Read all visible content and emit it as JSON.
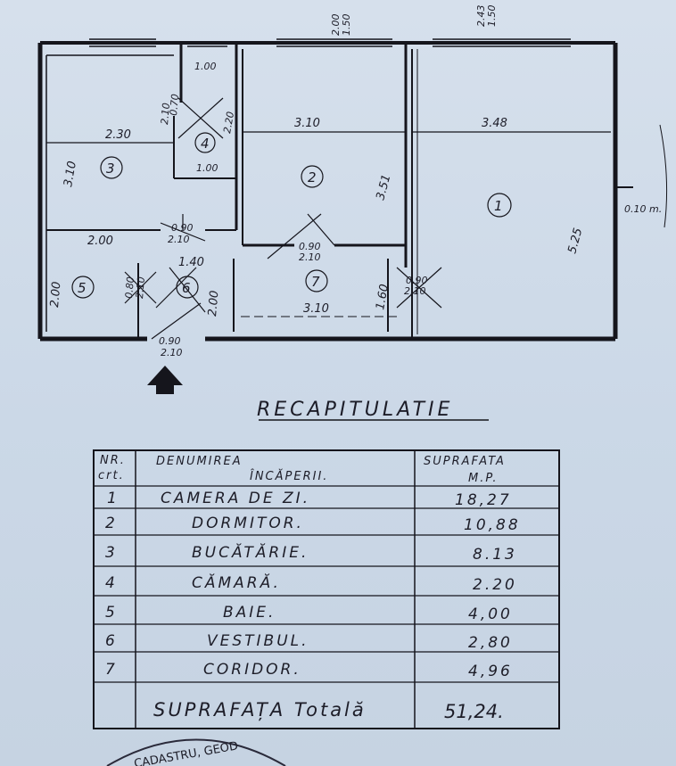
{
  "plan": {
    "top_dims": {
      "a1": "2.00",
      "a2": "1.50",
      "b1": "2.43",
      "b2": "1.50"
    },
    "rooms": [
      {
        "no": "1",
        "w": "3.48",
        "h": "5.25"
      },
      {
        "no": "2",
        "w": "3.10",
        "h": "3.51"
      },
      {
        "no": "3",
        "w": "2.30",
        "h": "3.10"
      },
      {
        "no": "4",
        "w": "1.00",
        "h": "2.20",
        "w2": "1.00"
      },
      {
        "no": "5",
        "w": "2.00",
        "h": "2.00"
      },
      {
        "no": "6",
        "w": "1.40",
        "h": "2.00"
      },
      {
        "no": "7",
        "w": "3.10",
        "h": "1.60"
      }
    ],
    "doors": {
      "d4_a": "0.70",
      "d4_b": "2.10",
      "d3_a": "0.90",
      "d3_b": "2.10",
      "d2_a": "0.90",
      "d2_b": "2.10",
      "d5_a": "0.80",
      "d5_b": "2.10",
      "d1_a": "0.90",
      "d1_b": "2.10",
      "entry_a": "0.90",
      "entry_b": "2.10"
    },
    "side_note": "0.10 m."
  },
  "recap": {
    "title": "RECAPITULATIE",
    "headers": {
      "nr1": "NR.",
      "nr2": "crt.",
      "den1": "DENUMIREA",
      "den2": "ÎNCĂPERII.",
      "sup1": "SUPRAFATA",
      "sup2": "M.P."
    },
    "rows": [
      {
        "nr": "1",
        "name": "CAMERA DE ZI.",
        "area": "18,27"
      },
      {
        "nr": "2",
        "name": "DORMITOR.",
        "area": "10,88"
      },
      {
        "nr": "3",
        "name": "BUCĂTĂRIE.",
        "area": "8.13"
      },
      {
        "nr": "4",
        "name": "CĂMARĂ.",
        "area": "2.20"
      },
      {
        "nr": "5",
        "name": "BAIE.",
        "area": "4,00"
      },
      {
        "nr": "6",
        "name": "VESTIBUL.",
        "area": "2,80"
      },
      {
        "nr": "7",
        "name": "CORIDOR.",
        "area": "4,96"
      }
    ],
    "total_label": "SUPRAFAȚA Totală",
    "total_value": "51,24."
  },
  "stamp_text": "CADASTRU, GEOD"
}
